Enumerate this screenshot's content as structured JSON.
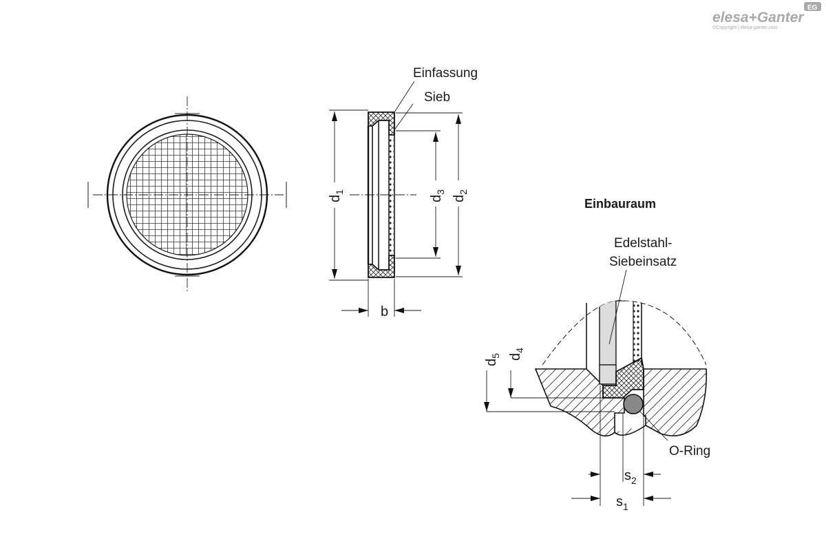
{
  "brand": {
    "name": "elesa+Ganter",
    "badge": "EG",
    "copyright": "©Copyright | elesa-ganter.com"
  },
  "labels": {
    "einfassung": "Einfassung",
    "sieb": "Sieb",
    "einbauraum": "Einbauraum",
    "insert_line1": "Edelstahl-",
    "insert_line2": "Siebeinsatz",
    "oring": "O-Ring"
  },
  "dims": {
    "d1": {
      "base": "d",
      "sub": "1"
    },
    "d2": {
      "base": "d",
      "sub": "2"
    },
    "d3": {
      "base": "d",
      "sub": "3"
    },
    "d4": {
      "base": "d",
      "sub": "4"
    },
    "d5": {
      "base": "d",
      "sub": "5"
    },
    "b": "b",
    "s1": {
      "base": "s",
      "sub": "1"
    },
    "s2": {
      "base": "s",
      "sub": "2"
    }
  }
}
